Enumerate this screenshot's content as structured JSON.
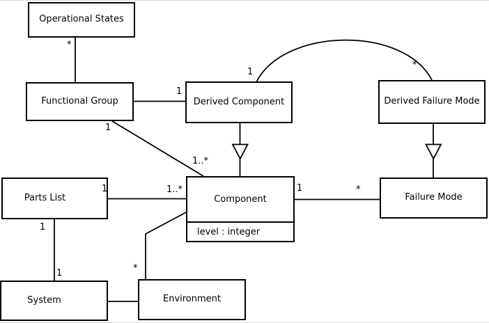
{
  "diagram": {
    "classes": {
      "operational_states": {
        "name": "Operational States"
      },
      "functional_group": {
        "name": "Functional Group"
      },
      "derived_component": {
        "name": "Derived Component"
      },
      "derived_failure_mode": {
        "name": "Derived Failure Mode"
      },
      "parts_list": {
        "name": "Parts List"
      },
      "component": {
        "name": "Component",
        "attribute": "level : integer"
      },
      "failure_mode": {
        "name": "Failure Mode"
      },
      "system": {
        "name": "System"
      },
      "environment": {
        "name": "Environment"
      }
    },
    "labels": [
      {
        "text": "*"
      },
      {
        "text": "1"
      },
      {
        "text": "1"
      },
      {
        "text": "*"
      },
      {
        "text": "1"
      },
      {
        "text": "1..*"
      },
      {
        "text": "1"
      },
      {
        "text": "1..*"
      },
      {
        "text": "1"
      },
      {
        "text": "*"
      },
      {
        "text": "1"
      },
      {
        "text": "1"
      },
      {
        "text": "*"
      }
    ],
    "colors": {
      "line": "#000000",
      "background": "#ffffff",
      "text": "#000000"
    }
  }
}
